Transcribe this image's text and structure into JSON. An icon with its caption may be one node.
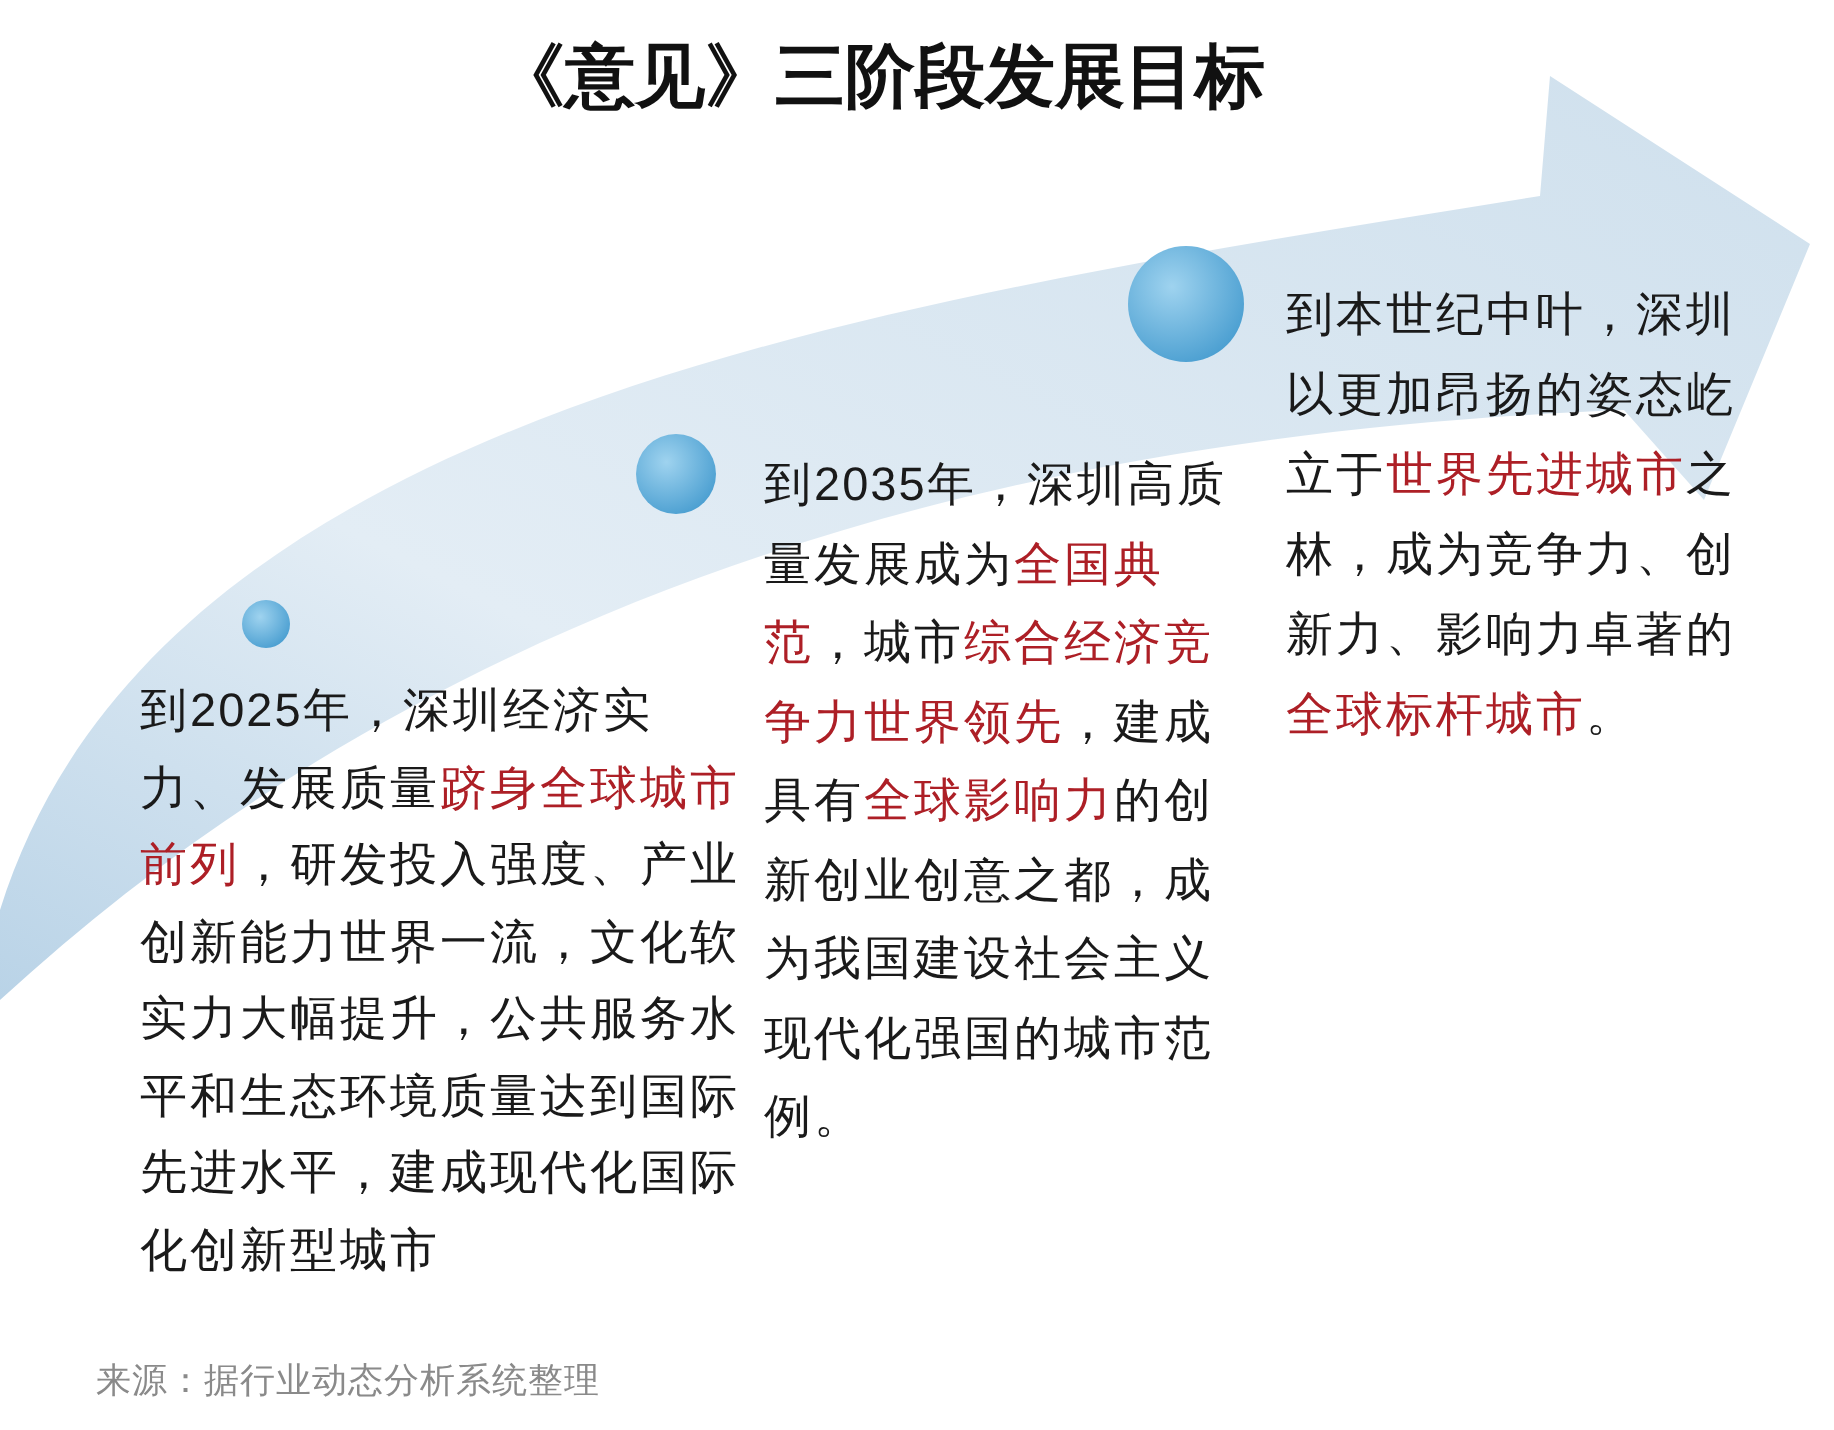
{
  "diagram": {
    "title": "《意见》三阶段发展目标",
    "caption": "来源：据行业动态分析系统整理",
    "nodes": [
      {
        "text": [],
        "shape": "circle",
        "beside": [
          "到2025年，深圳经济实力、发展质量**跻身全球城市前列**，研发投入强度、产业创新能力世界一流，文化软实力大幅提升，公共服务水平和生态环境质量达到国际先进水平，建成现代化国际化创新型城市"
        ]
      },
      {
        "text": [],
        "shape": "circle",
        "beside": [
          "到2035年，深圳高质量发展成为**全国典范**，城市**综合经济竞争力世界领先**，建成具有**全球影响力**的创新创业创意之都，成为我国建设社会主义现代化强国的城市范例。"
        ]
      },
      {
        "text": [],
        "shape": "circle",
        "beside": [
          "到本世纪中叶，深圳以更加昂扬的姿态屹立于**世界先进城市**之林，成为竞争力、创新力、影响力卓著的**全球标杆城市**。"
        ]
      }
    ]
  }
}
